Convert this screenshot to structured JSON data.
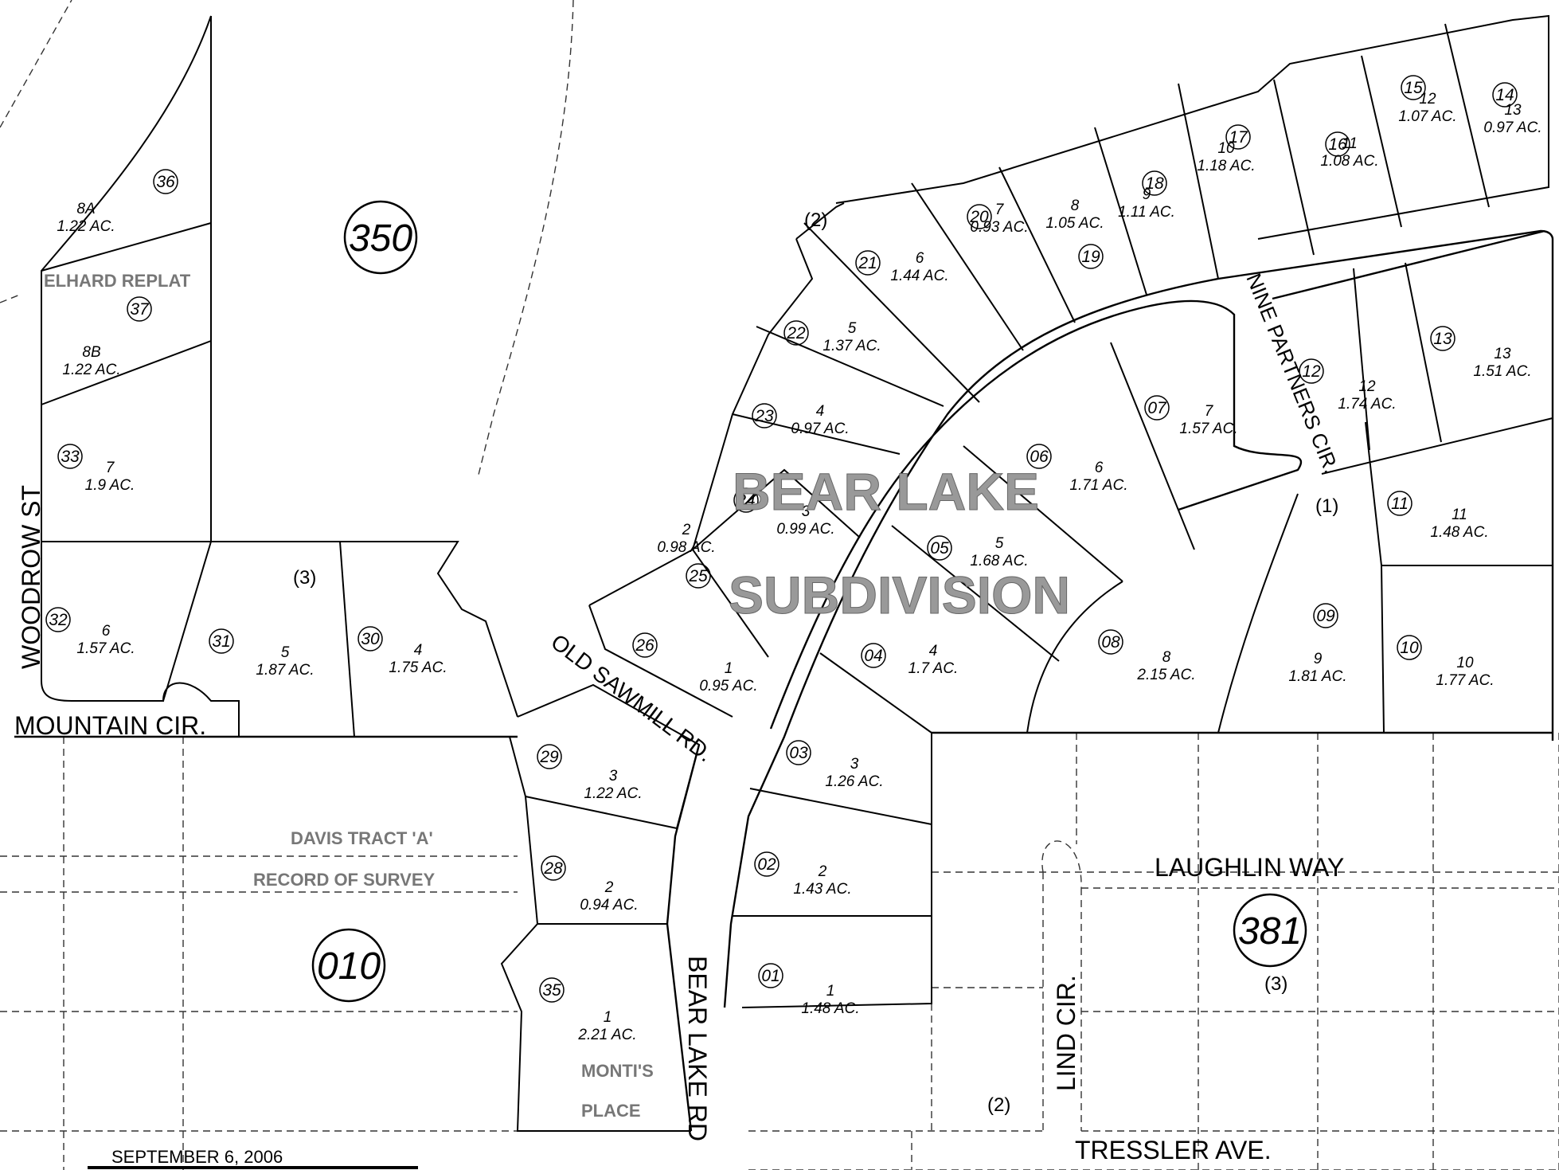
{
  "date": "SEPTEMBER 6, 2006",
  "streets": {
    "woodrow": "WOODROW ST",
    "mountain": "MOUNTAIN CIR.",
    "old_sawmill": "OLD SAWMILL RD.",
    "bear_lake": "BEAR LAKE RD",
    "nine_partners": "NINE PARTNERS CIR.",
    "laughlin": "LAUGHLIN WAY",
    "lind": "LIND CIR.",
    "tressler": "TRESSLER AVE."
  },
  "subdivision": {
    "line1": "BEAR LAKE",
    "line2": "SUBDIVISION"
  },
  "tracts": {
    "elhard": "ELHARD REPLAT",
    "davis1": "DAVIS TRACT 'A'",
    "davis2": "RECORD OF SURVEY",
    "monti1": "MONTI'S",
    "monti2": "PLACE"
  },
  "big_parcels": [
    "350",
    "010",
    "381"
  ],
  "notes": [
    "(3)",
    "(2)",
    "(1)",
    "(2)",
    "(3)"
  ],
  "lots": [
    {
      "id": "36",
      "lot": "8A",
      "acres": "1.22 AC."
    },
    {
      "id": "37",
      "lot": "8B",
      "acres": "1.22 AC."
    },
    {
      "id": "33",
      "lot": "7",
      "acres": "1.9 AC."
    },
    {
      "id": "32",
      "lot": "6",
      "acres": "1.57 AC."
    },
    {
      "id": "31",
      "lot": "5",
      "acres": "1.87 AC."
    },
    {
      "id": "30",
      "lot": "4",
      "acres": "1.75 AC."
    },
    {
      "id": "29",
      "lot": "3",
      "acres": "1.22 AC."
    },
    {
      "id": "28",
      "lot": "2",
      "acres": "0.94 AC."
    },
    {
      "id": "35",
      "lot": "1",
      "acres": "2.21 AC."
    },
    {
      "id": "26",
      "lot": "1",
      "acres": "0.95 AC."
    },
    {
      "id": "25",
      "lot": "2",
      "acres": "0.98 AC."
    },
    {
      "id": "24",
      "lot": "3",
      "acres": "0.99 AC."
    },
    {
      "id": "23",
      "lot": "4",
      "acres": "0.97 AC."
    },
    {
      "id": "22",
      "lot": "5",
      "acres": "1.37 AC."
    },
    {
      "id": "21",
      "lot": "6",
      "acres": "1.44 AC."
    },
    {
      "id": "20",
      "lot": "7",
      "acres": "0.93 AC."
    },
    {
      "id": "19",
      "lot": "8",
      "acres": "1.05 AC."
    },
    {
      "id": "18",
      "lot": "9",
      "acres": "1.11 AC."
    },
    {
      "id": "17",
      "lot": "10",
      "acres": "1.18 AC."
    },
    {
      "id": "16",
      "lot": "11",
      "acres": "1.08 AC."
    },
    {
      "id": "15",
      "lot": "12",
      "acres": "1.07 AC."
    },
    {
      "id": "14",
      "lot": "13",
      "acres": "0.97 AC."
    },
    {
      "id": "13",
      "lot": "13",
      "acres": "1.51 AC."
    },
    {
      "id": "12",
      "lot": "12",
      "acres": "1.74 AC."
    },
    {
      "id": "11",
      "lot": "11",
      "acres": "1.48 AC."
    },
    {
      "id": "10",
      "lot": "10",
      "acres": "1.77 AC."
    },
    {
      "id": "09",
      "lot": "9",
      "acres": "1.81 AC."
    },
    {
      "id": "08",
      "lot": "8",
      "acres": "2.15 AC."
    },
    {
      "id": "07",
      "lot": "7",
      "acres": "1.57 AC."
    },
    {
      "id": "06",
      "lot": "6",
      "acres": "1.71 AC."
    },
    {
      "id": "05",
      "lot": "5",
      "acres": "1.68 AC."
    },
    {
      "id": "04",
      "lot": "4",
      "acres": "1.7 AC."
    },
    {
      "id": "03",
      "lot": "3",
      "acres": "1.26 AC."
    },
    {
      "id": "02",
      "lot": "2",
      "acres": "1.43 AC."
    },
    {
      "id": "01",
      "lot": "1",
      "acres": "1.48 AC."
    }
  ]
}
